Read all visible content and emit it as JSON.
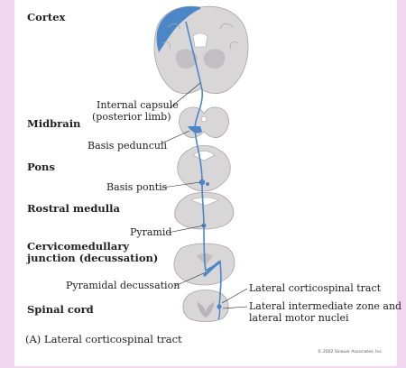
{
  "levels": {
    "cortex": "Cortex",
    "midbrain": "Midbrain",
    "pons": "Pons",
    "rostral_medulla": "Rostral medulla",
    "cervicomedullary": [
      "Cervicomedullary",
      "junction (decussation)"
    ],
    "spinal_cord": "Spinal cord"
  },
  "structures": {
    "internal_capsule": [
      "Internal capsule",
      "(posterior limb)"
    ],
    "basis_pedunculi": "Basis pedunculi",
    "basis_pontis": "Basis pontis",
    "pyramid": "Pyramid",
    "pyramidal_decussation": "Pyramidal decussation",
    "lateral_corticospinal_tract": "Lateral corticospinal tract",
    "lateral_intermediate_zone": [
      "Lateral intermediate zone and",
      "lateral motor nuclei"
    ]
  },
  "caption": "(A) Lateral corticospinal tract",
  "copyright": "© 2002 Sinauer Associates, Inc.",
  "colors": {
    "tract": "#4a86c8",
    "tissue": "#d9d6d8",
    "tissue_dark": "#b9b4b7",
    "border": "#f3d6f0"
  }
}
